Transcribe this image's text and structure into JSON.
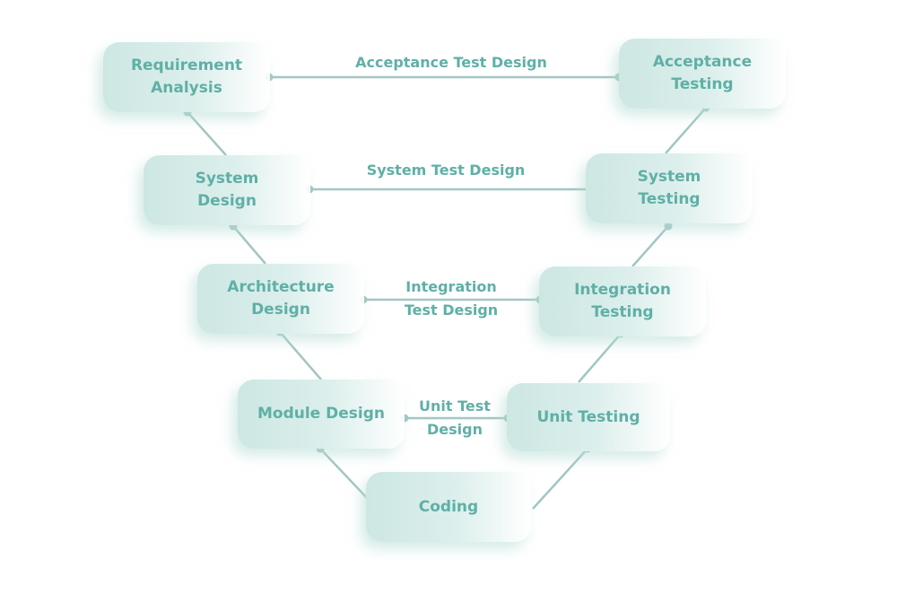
{
  "colors": {
    "text": "#5fb0a6",
    "line": "#a3c6c2",
    "box": "#cde7e3"
  },
  "phases": {
    "requirement_analysis": [
      "Requirement",
      "Analysis"
    ],
    "system_design": [
      "System",
      "Design"
    ],
    "architecture_design": [
      "Architecture",
      "Design"
    ],
    "module_design": [
      "Module Design"
    ],
    "coding": [
      "Coding"
    ],
    "unit_testing": [
      "Unit Testing"
    ],
    "integration_testing": [
      "Integration",
      "Testing"
    ],
    "system_testing": [
      "System",
      "Testing"
    ],
    "acceptance_testing": [
      "Acceptance",
      "Testing"
    ]
  },
  "links": {
    "acceptance_test_design": [
      "Acceptance Test Design"
    ],
    "system_test_design": [
      "System Test Design"
    ],
    "integration_test_design": [
      "Integration",
      "Test Design"
    ],
    "unit_test_design": [
      "Unit Test",
      "Design"
    ]
  }
}
